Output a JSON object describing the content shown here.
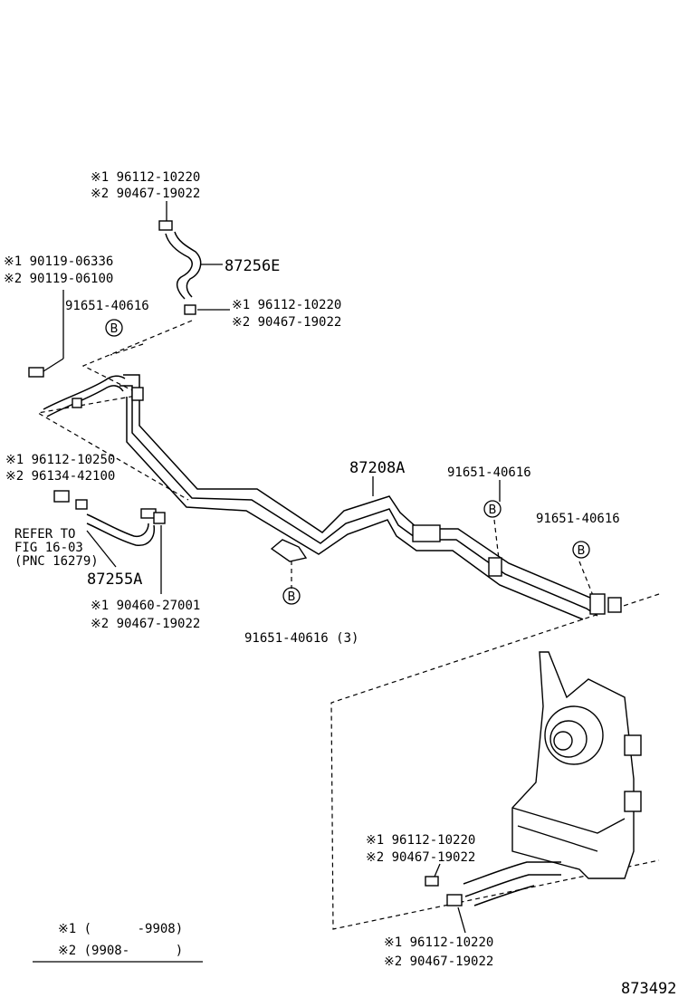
{
  "callouts": {
    "top_hose_upper": {
      "line1": "※1 96112-10220",
      "line2": "※2 90467-19022"
    },
    "hose_87256e": "87256E",
    "bolt": {
      "line1": "※1 90119-06336",
      "line2": "※2 90119-06100"
    },
    "clamp_left": "91651-40616",
    "top_hose_lower": {
      "line1": "※1 96112-10220",
      "line2": "※2 90467-19022"
    },
    "pipe_87208a": "87208A",
    "clamp_right_1": "91651-40616",
    "clamp_right_2": "91651-40616",
    "left_hose_clip": {
      "line1": "※1 96112-10250",
      "line2": "※2 96134-42100"
    },
    "refer": {
      "line1": "REFER TO",
      "line2": "FIG 16-03",
      "line3": "(PNC 16279)"
    },
    "hose_87255a": "87255A",
    "left_hose_clamp": {
      "line1": "※1 90460-27001",
      "line2": "※2 90467-19022"
    },
    "clamp_bottom": "91651-40616 (3)",
    "heater_upper": {
      "line1": "※1 96112-10220",
      "line2": "※2 90467-19022"
    },
    "heater_lower": {
      "line1": "※1 96112-10220",
      "line2": "※2 90467-19022"
    },
    "circle_marker": "B"
  },
  "legend": {
    "line1": "※1 (      -9908)",
    "line2": "※2 (9908-      )"
  },
  "diagram_number": "873492"
}
